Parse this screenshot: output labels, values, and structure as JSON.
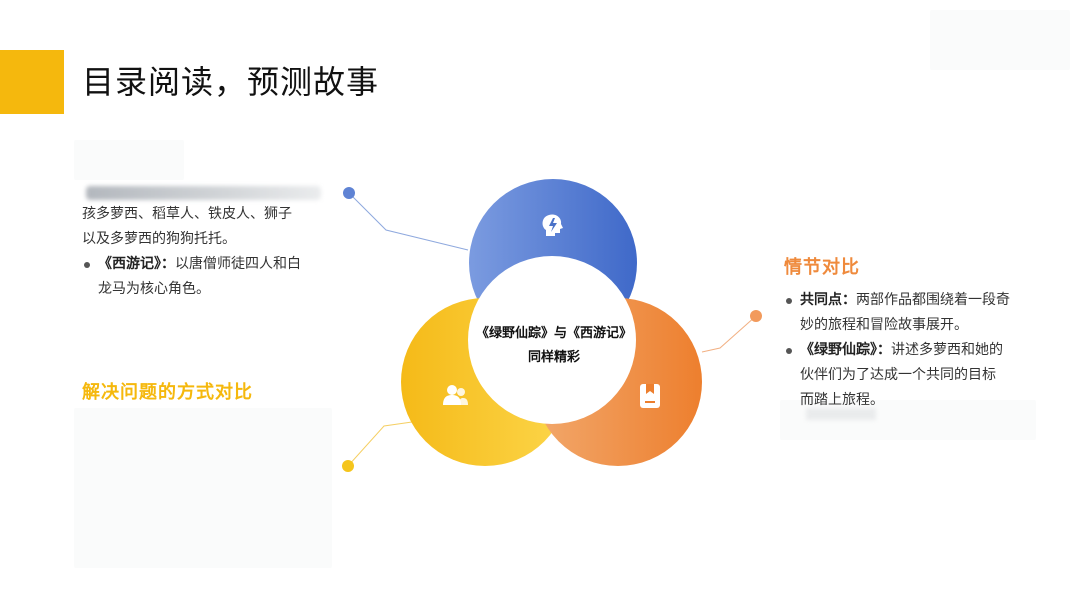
{
  "page": {
    "title": "目录阅读，预测故事"
  },
  "left": {
    "lines": [
      "孩多萝西、稻草人、铁皮人、狮子",
      "以及多萝西的狗狗托托。"
    ],
    "bullet_label": "《西游记》：",
    "bullet_text": "以唐僧师徒四人和白",
    "bullet_cont": "龙马为核心角色。",
    "heading": "解决问题的方式对比"
  },
  "right": {
    "heading": "情节对比",
    "bullet1_label": "共同点：",
    "bullet1_text": "两部作品都围绕着一段奇",
    "bullet1_cont": "妙的旅程和冒险故事展开。",
    "bullet2_label": "《绿野仙踪》：",
    "bullet2_text": "讲述多萝西和她的",
    "bullet2_cont1": "伙伴们为了达成一个共同的目标",
    "bullet2_cont2": "而踏上旅程。"
  },
  "center": {
    "line1": "《绿野仙踪》与《西游记》",
    "line2": "同样精彩"
  },
  "icons": {
    "top": "head-lightbulb-icon",
    "left": "people-icon",
    "right": "bookmark-icon"
  },
  "colors": {
    "accent": "#f5b80d",
    "blue": "#4a72c8",
    "orange": "#ef8a3c",
    "yellow": "#f5b80d"
  }
}
